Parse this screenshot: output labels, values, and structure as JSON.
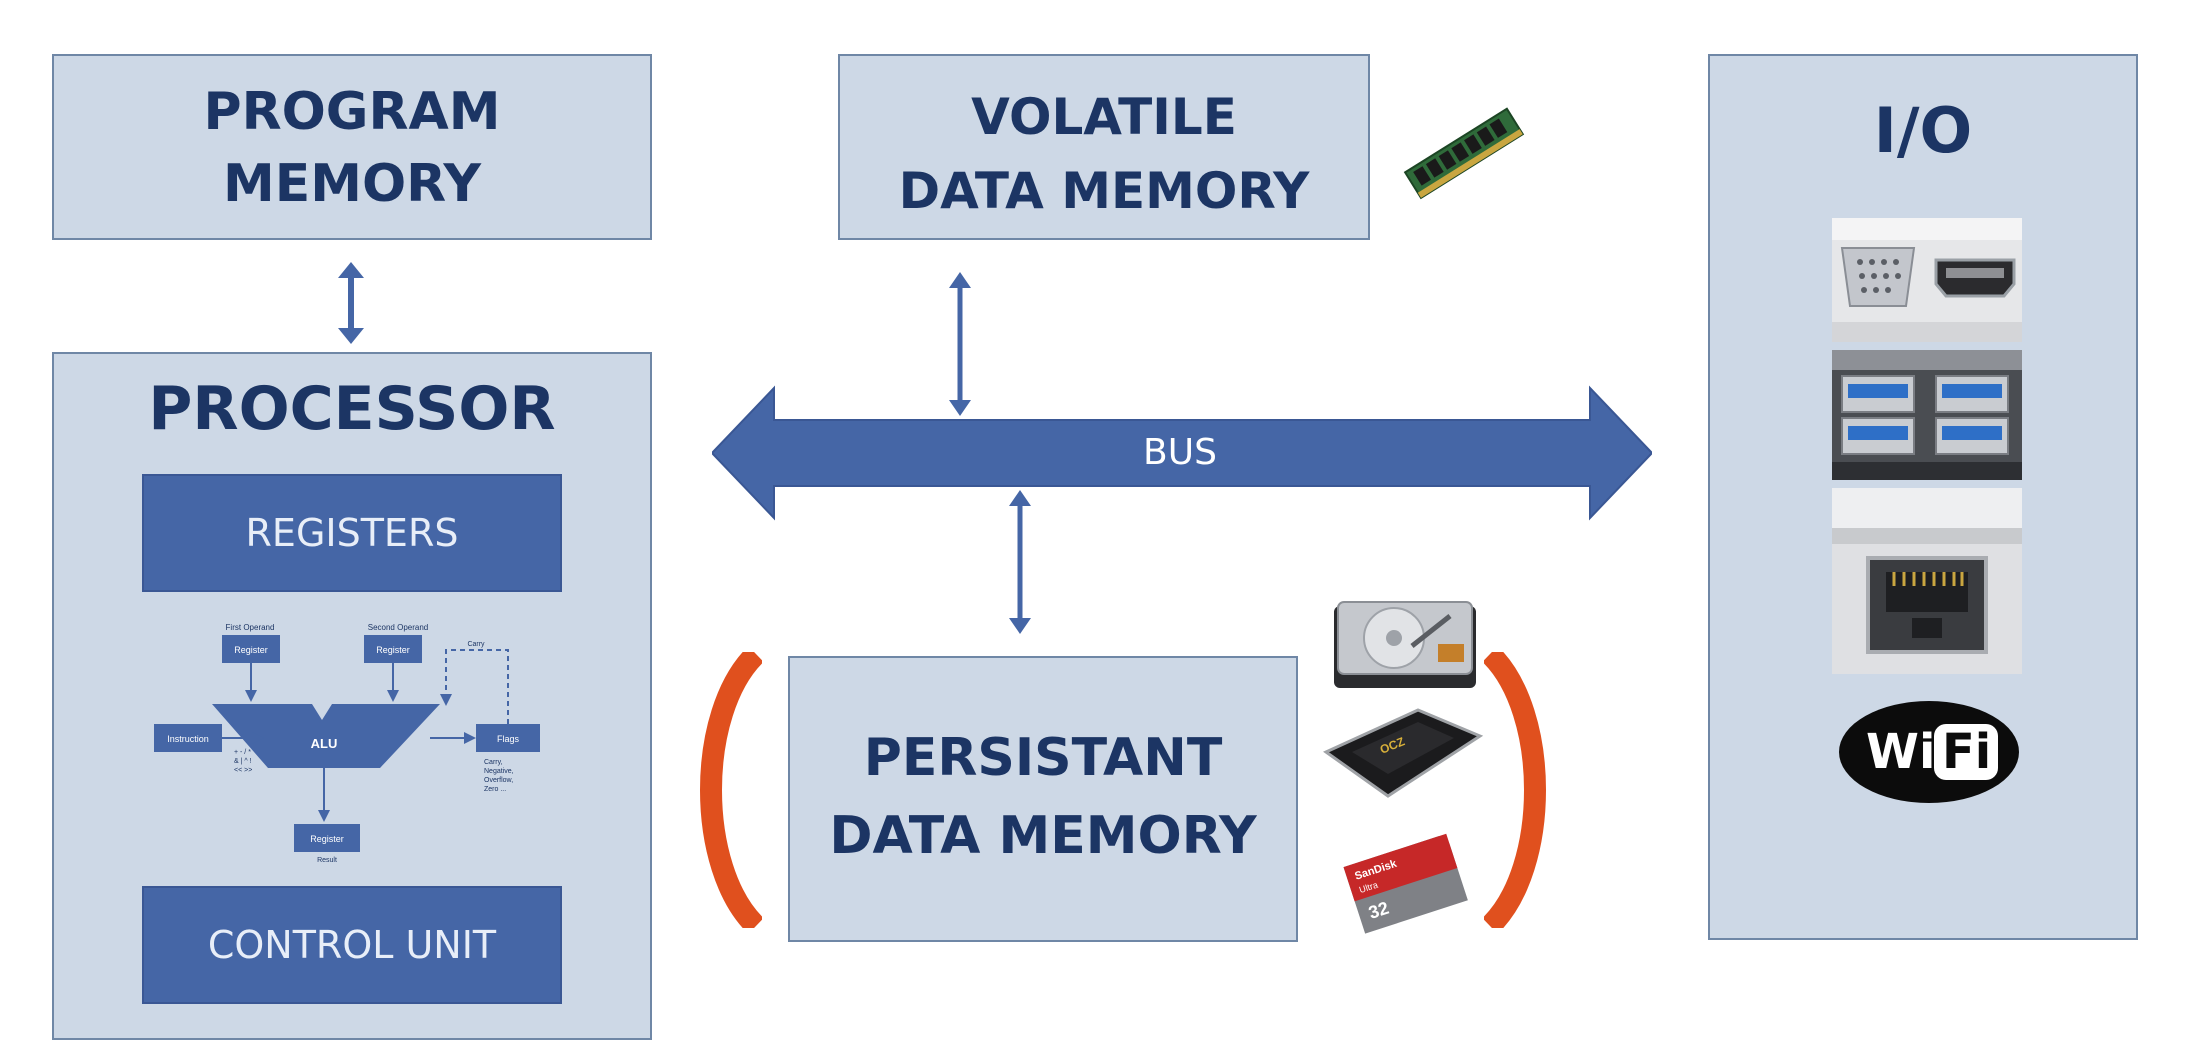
{
  "program_memory": {
    "line1": "PROGRAM",
    "line2": "MEMORY"
  },
  "volatile_memory": {
    "line1": "VOLATILE",
    "line2": "DATA MEMORY"
  },
  "io": {
    "title": "I/O",
    "wifi_left": "Wi",
    "wifi_right": "Fi"
  },
  "processor": {
    "title": "PROCESSOR",
    "registers_label": "REGISTERS",
    "control_unit_label": "CONTROL UNIT",
    "alu_diagram": {
      "first_operand_caption": "First Operand",
      "second_operand_caption": "Second Operand",
      "register_label": "Register",
      "instruction_label": "Instruction",
      "alu_label": "ALU",
      "flags_label": "Flags",
      "carry_caption": "Carry",
      "ops_line1": "+ - / *",
      "ops_line2": "& | ^ !",
      "ops_line3": "<< >>",
      "flags_line1": "Carry,",
      "flags_line2": "Negative,",
      "flags_line3": "Overflow,",
      "flags_line4": "Zero ...",
      "result_register_label": "Register",
      "result_caption": "Result"
    }
  },
  "bus": {
    "label": "BUS"
  },
  "persistent_memory": {
    "line1": "PERSISTANT",
    "line2": "DATA MEMORY"
  },
  "storage_labels": {
    "ssd_brand": "OCZ",
    "sd_brand": "SanDisk",
    "sd_line": "Ultra",
    "sd_capacity": "32"
  },
  "colors": {
    "box_fill": "#cdd8e6",
    "box_border": "#6f87a6",
    "title_text": "#1c3564",
    "accent_blue": "#4566a6",
    "bracket_orange": "#e0501e"
  }
}
